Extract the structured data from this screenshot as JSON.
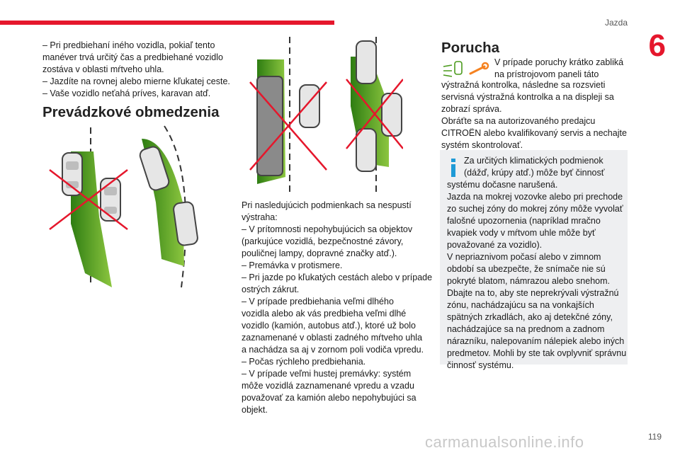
{
  "header": {
    "section": "Jazda",
    "chapter": "6",
    "page": "119"
  },
  "watermark": "carmanualsonline.info",
  "left_bullets": [
    "– Pri predbiehaní iného vozidla, pokiaľ tento",
    "manéver trvá určitý čas a predbiehané vozidlo",
    "zostáva v oblasti mŕtveho uhla.",
    "– Jazdíte na rovnej alebo mierne kľukatej ceste.",
    "– Vaše vozidlo neťahá príves, karavan atď."
  ],
  "limits_heading": "Prevádzkové obmedzenia",
  "middle_text": [
    "Pri nasledujúcich podmienkach sa nespustí",
    "výstraha:",
    "– V prítomnosti nepohybujúcich sa objektov",
    "(parkujúce vozidlá, bezpečnostné závory,",
    "pouličnej lampy, dopravné značky atď.).",
    "– Premávka v protismere.",
    "– Pri jazde po kľukatých cestách alebo v prípade",
    "ostrých zákrut.",
    "– V prípade predbiehania veľmi dlhého",
    "vozidla alebo ak vás predbieha veľmi dlhé",
    "vozidlo (kamión, autobus atď.), ktoré už bolo",
    "zaznamenané v oblasti zadného mŕtveho uhla",
    "a nachádza sa aj v zornom poli vodiča vpredu.",
    "– Počas rýchleho predbiehania.",
    "– V prípade veľmi hustej premávky: systém",
    "môže vozidlá zaznamenané vpredu a vzadu",
    "považovať za kamión alebo nepohybujúci sa",
    "objekt."
  ],
  "fault_heading": "Porucha",
  "fault_first": [
    "V prípade poruchy krátko zabliká",
    "na prístrojovom paneli táto"
  ],
  "fault_text": [
    "výstražná kontrolka, následne sa rozsvieti",
    "servisná výstražná kontrolka a na displeji sa",
    "zobrazí správa.",
    "Obráťte sa na autorizovaného predajcu",
    "CITROËN alebo kvalifikovaný servis a nechajte",
    "systém skontrolovať."
  ],
  "info_first": [
    "Za určitých klimatických podmienok",
    "(dážď, krúpy atď.) môže byť činnosť"
  ],
  "info_text": [
    "systému dočasne narušená.",
    "Jazda na mokrej vozovke alebo pri prechode",
    "zo suchej zóny do mokrej zóny môže vyvolať",
    "falošné upozornenia (napríklad mračno",
    "kvapiek vody v mŕtvom uhle môže byť",
    "považované za vozidlo).",
    "V nepriaznivom počasí alebo v zimnom",
    "období sa ubezpečte, že snímače nie sú",
    "pokryté blatom, námrazou alebo snehom.",
    "Dbajte na to, aby ste neprekrývali výstražnú",
    "zónu, nachádzajúcu sa na vonkajších",
    "spätných zrkadlách, ako aj detekčné zóny,",
    "nachádzajúce sa na prednom a zadnom",
    "nárazníku, nalepovaním nálepiek alebo iných",
    "predmetov. Mohli by ste tak ovplyvniť správnu",
    "činnosť systému."
  ],
  "colors": {
    "accent": "#e5172c",
    "green": "#4a9a1c",
    "info_bg": "#eeeff1"
  },
  "icons": [
    "blind-spot-warning-icon",
    "service-wrench-icon",
    "info-icon"
  ]
}
